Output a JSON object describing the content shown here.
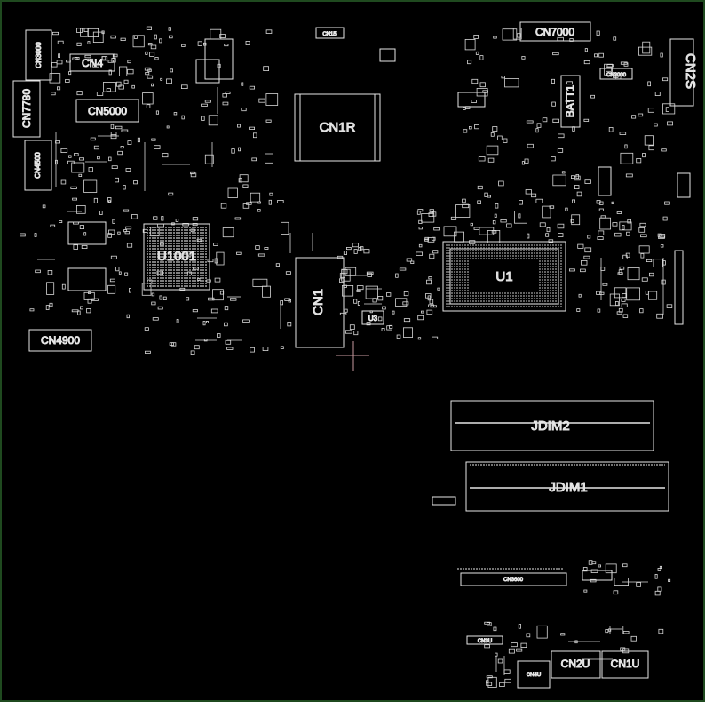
{
  "colors": {
    "background": "#000000",
    "outline": "#e6e6e6",
    "frame": "#1f4a1f",
    "cursor": "#c89aa0",
    "label": "#cfcfcf"
  },
  "labels": {
    "cn3000": "CN3000",
    "cn4": "CN4",
    "cn7780": "CN7780",
    "cn5000": "CN5000",
    "cn4500": "CN4500",
    "cn1r": "CN1R",
    "cn15": "CN15",
    "cn7000": "CN7000",
    "batt1": "BATT1",
    "cn2s": "CN2S",
    "cn2000": "CN2000",
    "u1001": "U1001",
    "cn1": "CN1",
    "u3": "U3",
    "u1": "U1",
    "cn4900": "CN4900",
    "jdim2": "JDIM2",
    "jdim1": "JDIM1",
    "cn3600": "CN3600",
    "cn2u": "CN2U",
    "cn1u": "CN1U",
    "cn3u": "CN3U",
    "cn4u": "CN4U"
  }
}
